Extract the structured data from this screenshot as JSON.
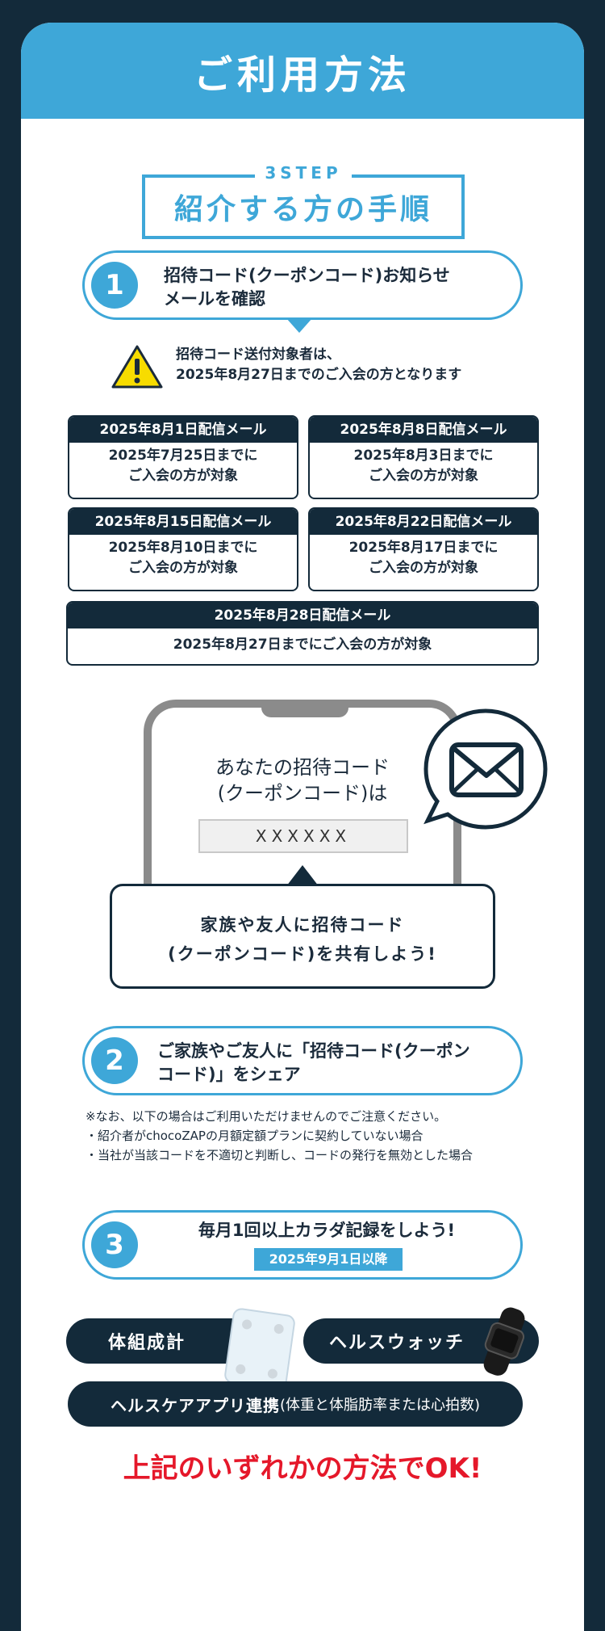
{
  "header": {
    "title": "ご利用方法"
  },
  "steps_title": {
    "label": "3STEP",
    "title": "紹介する方の手順"
  },
  "step1": {
    "number": "1",
    "line1": "招待コード(クーポンコード)お知らせ",
    "line2": "メールを確認"
  },
  "warning": {
    "line1": "招待コード送付対象者は、",
    "line2": "2025年8月27日までのご入会の方となります"
  },
  "schedule": [
    {
      "header": "2025年8月1日配信メール",
      "line1": "2025年7月25日までに",
      "line2": "ご入会の方が対象"
    },
    {
      "header": "2025年8月8日配信メール",
      "line1": "2025年8月3日までに",
      "line2": "ご入会の方が対象"
    },
    {
      "header": "2025年8月15日配信メール",
      "line1": "2025年8月10日までに",
      "line2": "ご入会の方が対象"
    },
    {
      "header": "2025年8月22日配信メール",
      "line1": "2025年8月17日までに",
      "line2": "ご入会の方が対象"
    },
    {
      "header": "2025年8月28日配信メール",
      "line1": "2025年8月27日までにご入会の方が対象",
      "line2": ""
    }
  ],
  "phone": {
    "line1": "あなたの招待コード",
    "line2": "(クーポンコード)は",
    "code": "XXXXXX"
  },
  "share": {
    "line1": "家族や友人に招待コード",
    "line2": "(クーポンコード)を共有しよう!"
  },
  "step2": {
    "number": "2",
    "line1": "ご家族やご友人に「招待コード(クーポン",
    "line2": "コード)」をシェア"
  },
  "notes": [
    "※なお、以下の場合はご利用いただけませんのでご注意ください。",
    "・紹介者がchocoZAPの月額定額プランに契約していない場合",
    "・当社が当該コードを不適切と判断し、コードの発行を無効とした場合"
  ],
  "step3": {
    "number": "3",
    "text": "毎月1回以上カラダ記録をしよう!",
    "badge": "2025年9月1日以降"
  },
  "methods": {
    "scale": "体組成計",
    "watch": "ヘルスウォッチ",
    "app": "ヘルスケアアプリ連携",
    "app_note": "(体重と体脂肪率または心拍数)"
  },
  "conclusion": "上記のいずれかの方法でOK!",
  "colors": {
    "navy": "#132a3a",
    "blue": "#3ea7d8",
    "red": "#e5182a"
  }
}
